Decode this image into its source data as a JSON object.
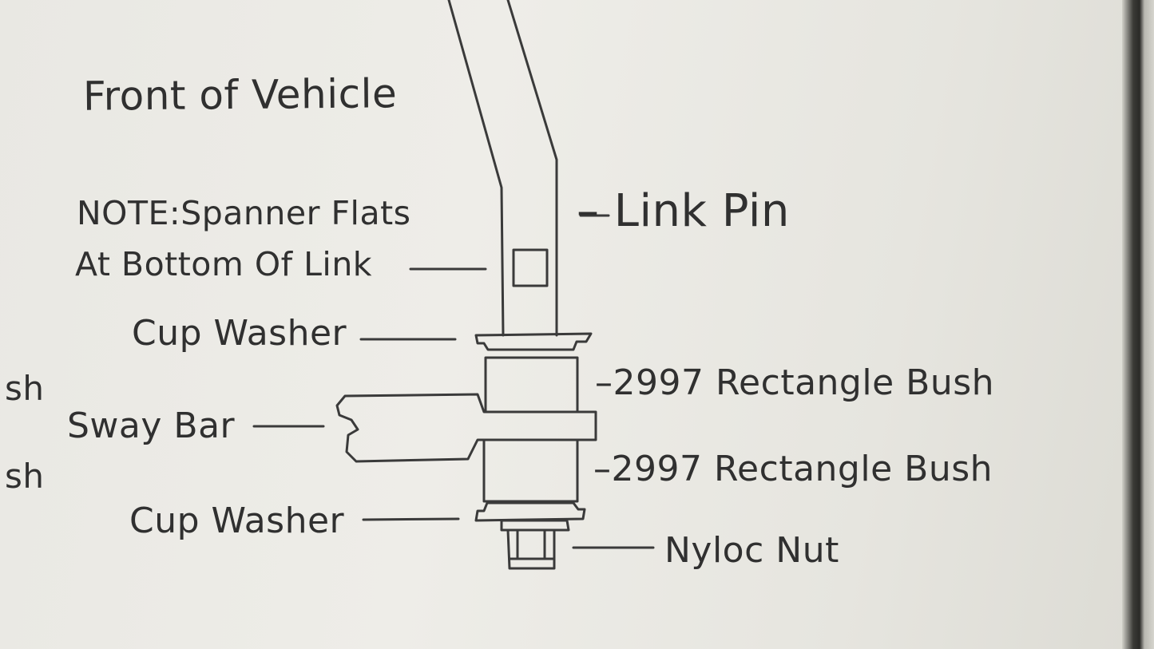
{
  "labels": {
    "front_of_vehicle": "Front of Vehicle",
    "note_line1": "NOTE:Spanner Flats",
    "note_line2": "At Bottom Of Link",
    "link_pin": "– Link Pin",
    "cup_washer_top": "Cup Washer",
    "sway_bar": "Sway Bar",
    "cup_washer_bottom": "Cup Washer",
    "bush_top": "–2997 Rectangle Bush",
    "bush_bottom": "–2997 Rectangle Bush",
    "nyloc_nut": "Nyloc Nut",
    "cut_left_top": "sh",
    "cut_left_bottom": "sh"
  },
  "colors": {
    "line": "#3a3a3a",
    "paper": "#ebeae5",
    "text": "#303030"
  }
}
